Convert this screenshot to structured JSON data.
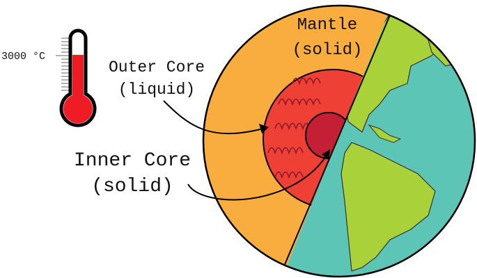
{
  "thermometer": {
    "temperature_label": "3000 °C",
    "fill_fraction": 0.7
  },
  "labels": {
    "mantle": [
      "Mantle",
      "(solid)"
    ],
    "outer_core": [
      "Outer Core",
      "(liquid)"
    ],
    "inner_core": [
      "Inner Core",
      "(solid)"
    ]
  },
  "colors": {
    "mantle": "#f9ad3f",
    "outer_core": "#ee4034",
    "inner_core": "#c51f35",
    "ocean": "#5cc5b5",
    "land": "#a8d13a",
    "thermometer_fill": "#ee1c24"
  }
}
